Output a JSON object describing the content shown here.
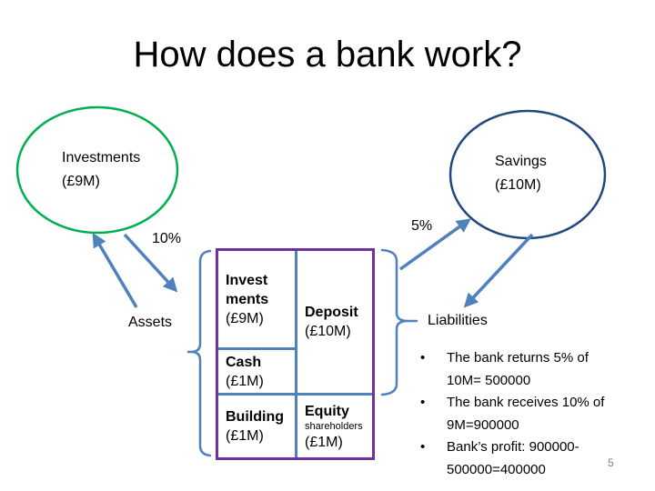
{
  "title": "How does a bank work?",
  "page_number": "5",
  "bullet_char": "•",
  "ellipses": {
    "investments": {
      "text": "Investments\n(£9M)"
    },
    "savings": {
      "text": "Savings\n(£10M)"
    }
  },
  "labels": {
    "rate_left": "10%",
    "rate_right": "5%",
    "assets": "Assets",
    "liabilities": "Liabilities"
  },
  "balance_sheet": {
    "investments": {
      "name": "Invest\nments",
      "amount": "(£9M)"
    },
    "cash": {
      "name": "Cash",
      "amount": "(£1M)"
    },
    "building": {
      "name": "Building",
      "amount": "(£1M)"
    },
    "deposit": {
      "name": "Deposit",
      "amount": "(£10M)"
    },
    "equity": {
      "name": "Equity",
      "sub": "shareholders",
      "amount": "(£1M)"
    }
  },
  "bullets": [
    "The bank returns 5% of\n10M= 500000",
    "The bank receives 10% of\n9M=900000",
    "Bank’s profit: 900000-\n500000=400000"
  ],
  "colors": {
    "investments_ellipse": "#00B050",
    "savings_ellipse": "#1F497D",
    "arrows_and_braces": "#4F81BD",
    "table_border": "#7030A0",
    "table_dividers": "#4F81BD",
    "page_number": "#7F7F7F"
  }
}
